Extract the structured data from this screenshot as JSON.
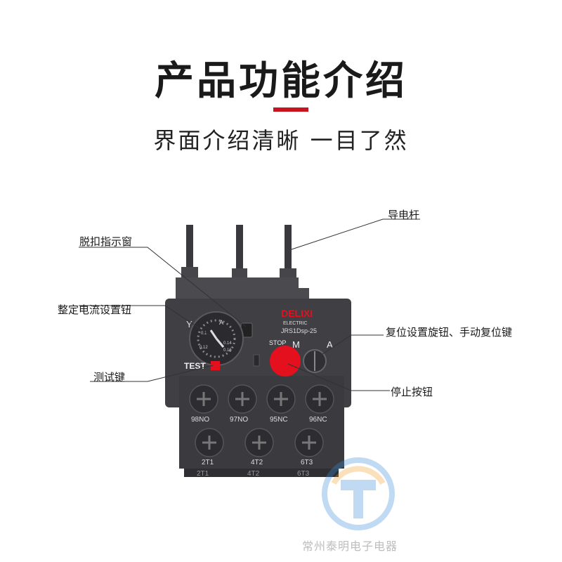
{
  "header": {
    "title": "产品功能介绍",
    "subtitle": "界面介绍清晰 一目了然"
  },
  "device": {
    "brand": "DELIXI",
    "brand_sub": "ELECTRIC",
    "model": "JRS1Dsp-25",
    "dial_y": "Y",
    "dial_a": "A",
    "dial_scale": [
      "0.14",
      "0.16",
      "0.12",
      "0.1"
    ],
    "stop_label": "STOP",
    "m_label": "M",
    "a_label": "A",
    "test_label": "TEST",
    "upper_terminals": [
      "98NO",
      "97NO",
      "95NC",
      "96NC"
    ],
    "lower_terminals": [
      "2T1",
      "4T2",
      "6T3"
    ],
    "bottom_marks": [
      "2T1",
      "4T2",
      "6T3"
    ],
    "colors": {
      "body": "#3e3e42",
      "red": "#e5101e"
    }
  },
  "callouts": {
    "conductor": "导电杆",
    "trip_window": "脱扣指示窗",
    "setting_knob": "整定电流设置钮",
    "reset_knob": "复位设置旋钮、手动复位键",
    "test_key": "测试键",
    "stop_button": "停止按钮"
  },
  "watermark": "常州泰明电子电器"
}
